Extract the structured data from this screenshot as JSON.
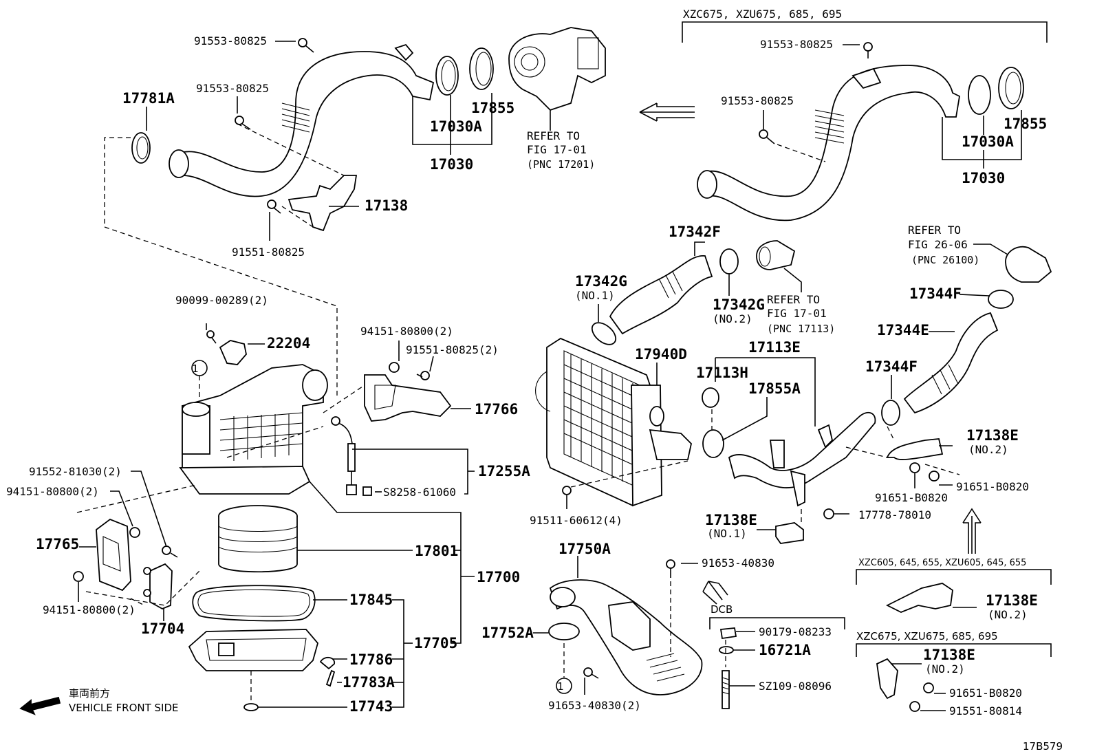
{
  "figure_id": "17B579",
  "front_side": {
    "jp": "車両前方",
    "en": "VEHICLE FRONT SIDE"
  },
  "variants": {
    "top_right": "XZC675, XZU675, 685, 695",
    "dcb": "DCB",
    "bracket_a": "XZC605, 645, 655, XZU605, 645, 655",
    "bracket_b": "XZC675, XZU675, 685, 695"
  },
  "refs": {
    "r1": [
      "REFER TO",
      "FIG 17-01",
      "(PNC 17201)"
    ],
    "r2": [
      "REFER TO",
      "FIG 26-06",
      "(PNC 26100)"
    ],
    "r3": [
      "REFER TO",
      "FIG 17-01",
      "(PNC 17113)"
    ]
  },
  "labels": {
    "p91553a": "91553-80825",
    "p91553b": "91553-80825",
    "p17781a": "17781A",
    "p17855": "17855",
    "p17030a": "17030A",
    "p17030": "17030",
    "p17138": "17138",
    "p91551": "91551-80825",
    "r91553a": "91553-80825",
    "r91553b": "91553-80825",
    "r17855": "17855",
    "r17030a": "17030A",
    "r17030": "17030",
    "p90099": "90099-00289(2)",
    "p22204": "22204",
    "p94151a": "94151-80800(2)",
    "p91551b": "91551-80825(2)",
    "p17766": "17766",
    "p17255a": "17255A",
    "p58258": "S8258-61060",
    "p91552": "91552-81030(2)",
    "p94151b": "94151-80800(2)",
    "p17765": "17765",
    "p94151c": "94151-80800(2)",
    "p17704": "17704",
    "p17801": "17801",
    "p17700": "17700",
    "p17845": "17845",
    "p17705": "17705",
    "p17786": "17786",
    "p17783a": "17783A",
    "p17743": "17743",
    "p17342f": "17342F",
    "p17342g1": "17342G",
    "p17342g1n": "(NO.1)",
    "p17342g2": "17342G",
    "p17342g2n": "(NO.2)",
    "p17940d": "17940D",
    "p17113e": "17113E",
    "p17113h": "17113H",
    "p17855a": "17855A",
    "p17344f1": "17344F",
    "p17344e": "17344E",
    "p17344f2": "17344F",
    "p17138e1": "17138E",
    "p17138e1n": "(NO.2)",
    "p91651a": "91651-B0820",
    "p91651b": "91651-B0820",
    "p91511": "91511-60612(4)",
    "p17138e2": "17138E",
    "p17138e2n": "(NO.1)",
    "p17778": "17778-78010",
    "p17750a": "17750A",
    "p91653a": "91653-40830",
    "p17752a": "17752A",
    "p91653b": "91653-40830(2)",
    "p90179": "90179-08233",
    "p16721a": "16721A",
    "psz109": "SZ109-08096",
    "p17138e3": "17138E",
    "p17138e3n": "(NO.2)",
    "p17138e4": "17138E",
    "p17138e4n": "(NO.2)",
    "p91651c": "91651-B0820",
    "p91551c": "91551-80814",
    "circle1": "1",
    "circle2": "1"
  }
}
